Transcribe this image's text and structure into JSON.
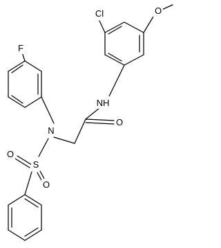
{
  "molecule": {
    "atoms": {
      "cl": "Cl",
      "o_methoxy": "O",
      "f": "F",
      "nh": "NH",
      "o_carbonyl": "O",
      "n_sulfonamide": "N",
      "s": "S",
      "o_sulfonyl_1": "O",
      "o_sulfonyl_2": "O"
    }
  }
}
